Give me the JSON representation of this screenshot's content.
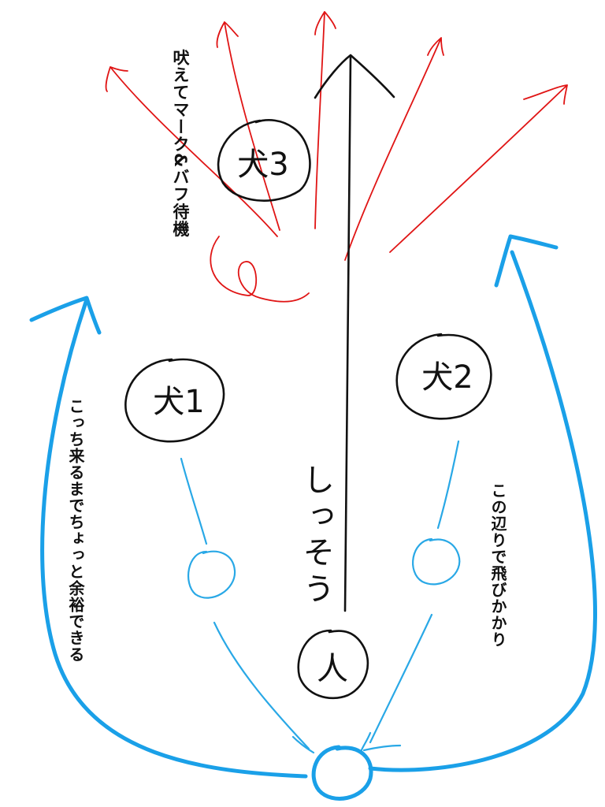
{
  "nodes": {
    "dog1": "犬1",
    "dog2": "犬2",
    "dog3": "犬3",
    "person": "人"
  },
  "notes": {
    "bark": "吠えてマーク&バフ待機",
    "margin": "こっち来るまでちょっと余裕できる",
    "jump": "この辺りで飛びかかり",
    "leash": "しっそう"
  },
  "colors": {
    "ink": "#111111",
    "red_paths": "#e01515",
    "blue_paths": "#29a8e6",
    "blue_arrows": "#1aa0e8"
  }
}
